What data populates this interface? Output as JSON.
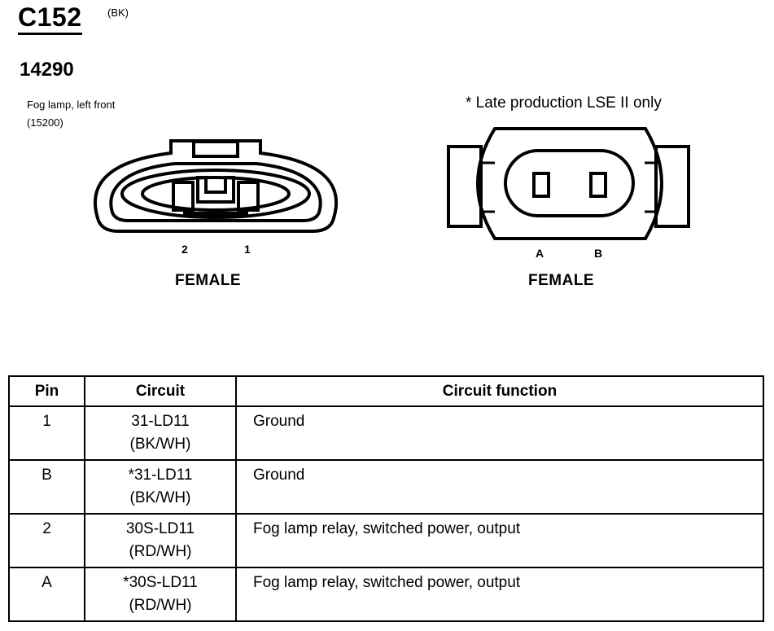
{
  "header": {
    "connector_id": "C152",
    "connector_color": "(BK)",
    "part_number": "14290",
    "description_line1": "Fog lamp, left front",
    "description_line2": "(15200)",
    "note": "* Late production LSE II only"
  },
  "connector_left": {
    "pin_labels": [
      "2",
      "1"
    ],
    "gender": "FEMALE"
  },
  "connector_right": {
    "pin_labels": [
      "A",
      "B"
    ],
    "gender": "FEMALE"
  },
  "table": {
    "headers": [
      "Pin",
      "Circuit",
      "Circuit function"
    ],
    "rows": [
      {
        "pin": "1",
        "circuit": "31-LD11",
        "wire": "(BK/WH)",
        "function": "Ground"
      },
      {
        "pin": "B",
        "circuit": "*31-LD11",
        "wire": "(BK/WH)",
        "function": "Ground"
      },
      {
        "pin": "2",
        "circuit": "30S-LD11",
        "wire": "(RD/WH)",
        "function": "Fog lamp relay, switched power, output"
      },
      {
        "pin": "A",
        "circuit": "*30S-LD11",
        "wire": "(RD/WH)",
        "function": "Fog lamp relay, switched power, output"
      }
    ]
  }
}
